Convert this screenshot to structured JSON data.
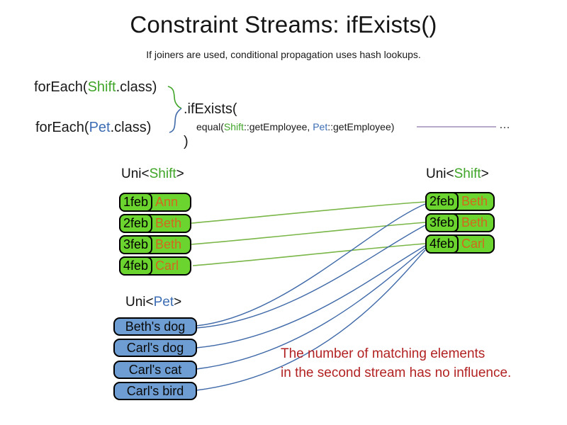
{
  "header": {
    "title": "Constraint Streams: ifExists()",
    "subtitle": "If joiners are used, conditional propagation uses hash lookups."
  },
  "code": {
    "foreach_shift": {
      "open": "forEach(",
      "type": "Shift",
      "close": ".class)"
    },
    "foreach_pet": {
      "open": "forEach(",
      "type": "Pet",
      "close": ".class)"
    },
    "if_exists": ".ifExists(",
    "joiner": {
      "open": "equal(",
      "left_type": "Shift",
      "left_rest": "::getEmployee, ",
      "right_type": "Pet",
      "right_rest": "::getEmployee)"
    },
    "ellipsis": "…",
    "close_paren": ")"
  },
  "left_shift_stream": {
    "label": {
      "open": "Uni<",
      "type": "Shift",
      "close": ">"
    },
    "rows": [
      {
        "date": "1feb",
        "name": "Ann"
      },
      {
        "date": "2feb",
        "name": "Beth"
      },
      {
        "date": "3feb",
        "name": "Beth"
      },
      {
        "date": "4feb",
        "name": "Carl"
      }
    ]
  },
  "right_shift_stream": {
    "label": {
      "open": "Uni<",
      "type": "Shift",
      "close": ">"
    },
    "rows": [
      {
        "date": "2feb",
        "name": "Beth"
      },
      {
        "date": "3feb",
        "name": "Beth"
      },
      {
        "date": "4feb",
        "name": "Carl"
      }
    ]
  },
  "pet_stream": {
    "label": {
      "open": "Uni<",
      "type": "Pet",
      "close": ">"
    },
    "items": [
      "Beth's dog",
      "Carl's dog",
      "Carl's cat",
      "Carl's bird"
    ]
  },
  "note": {
    "line1": "The number of matching elements",
    "line2": "in the second stream has no influence."
  },
  "connections": {
    "shift_to_shift": [
      {
        "from": "2feb Beth",
        "to": "2feb Beth"
      },
      {
        "from": "3feb Beth",
        "to": "3feb Beth"
      },
      {
        "from": "4feb Carl",
        "to": "4feb Carl"
      }
    ],
    "pet_to_shift": [
      {
        "from": "Beth's dog",
        "to": "2feb Beth"
      },
      {
        "from": "Beth's dog",
        "to": "3feb Beth"
      },
      {
        "from": "Carl's dog",
        "to": "4feb Carl"
      },
      {
        "from": "Carl's cat",
        "to": "4feb Carl"
      },
      {
        "from": "Carl's bird",
        "to": "4feb Carl"
      }
    ]
  },
  "colors": {
    "shift_type_green": "#3fa427",
    "pet_type_blue": "#3c6db4",
    "shift_box_green": "#6bd42f",
    "pet_box_blue": "#6d9dd2",
    "employee_orange": "#d2691e",
    "match_line_green": "#7ab648",
    "match_line_blue": "#3f69a8",
    "joiner_line_purple": "#8e76ab",
    "note_red": "#b22222"
  }
}
